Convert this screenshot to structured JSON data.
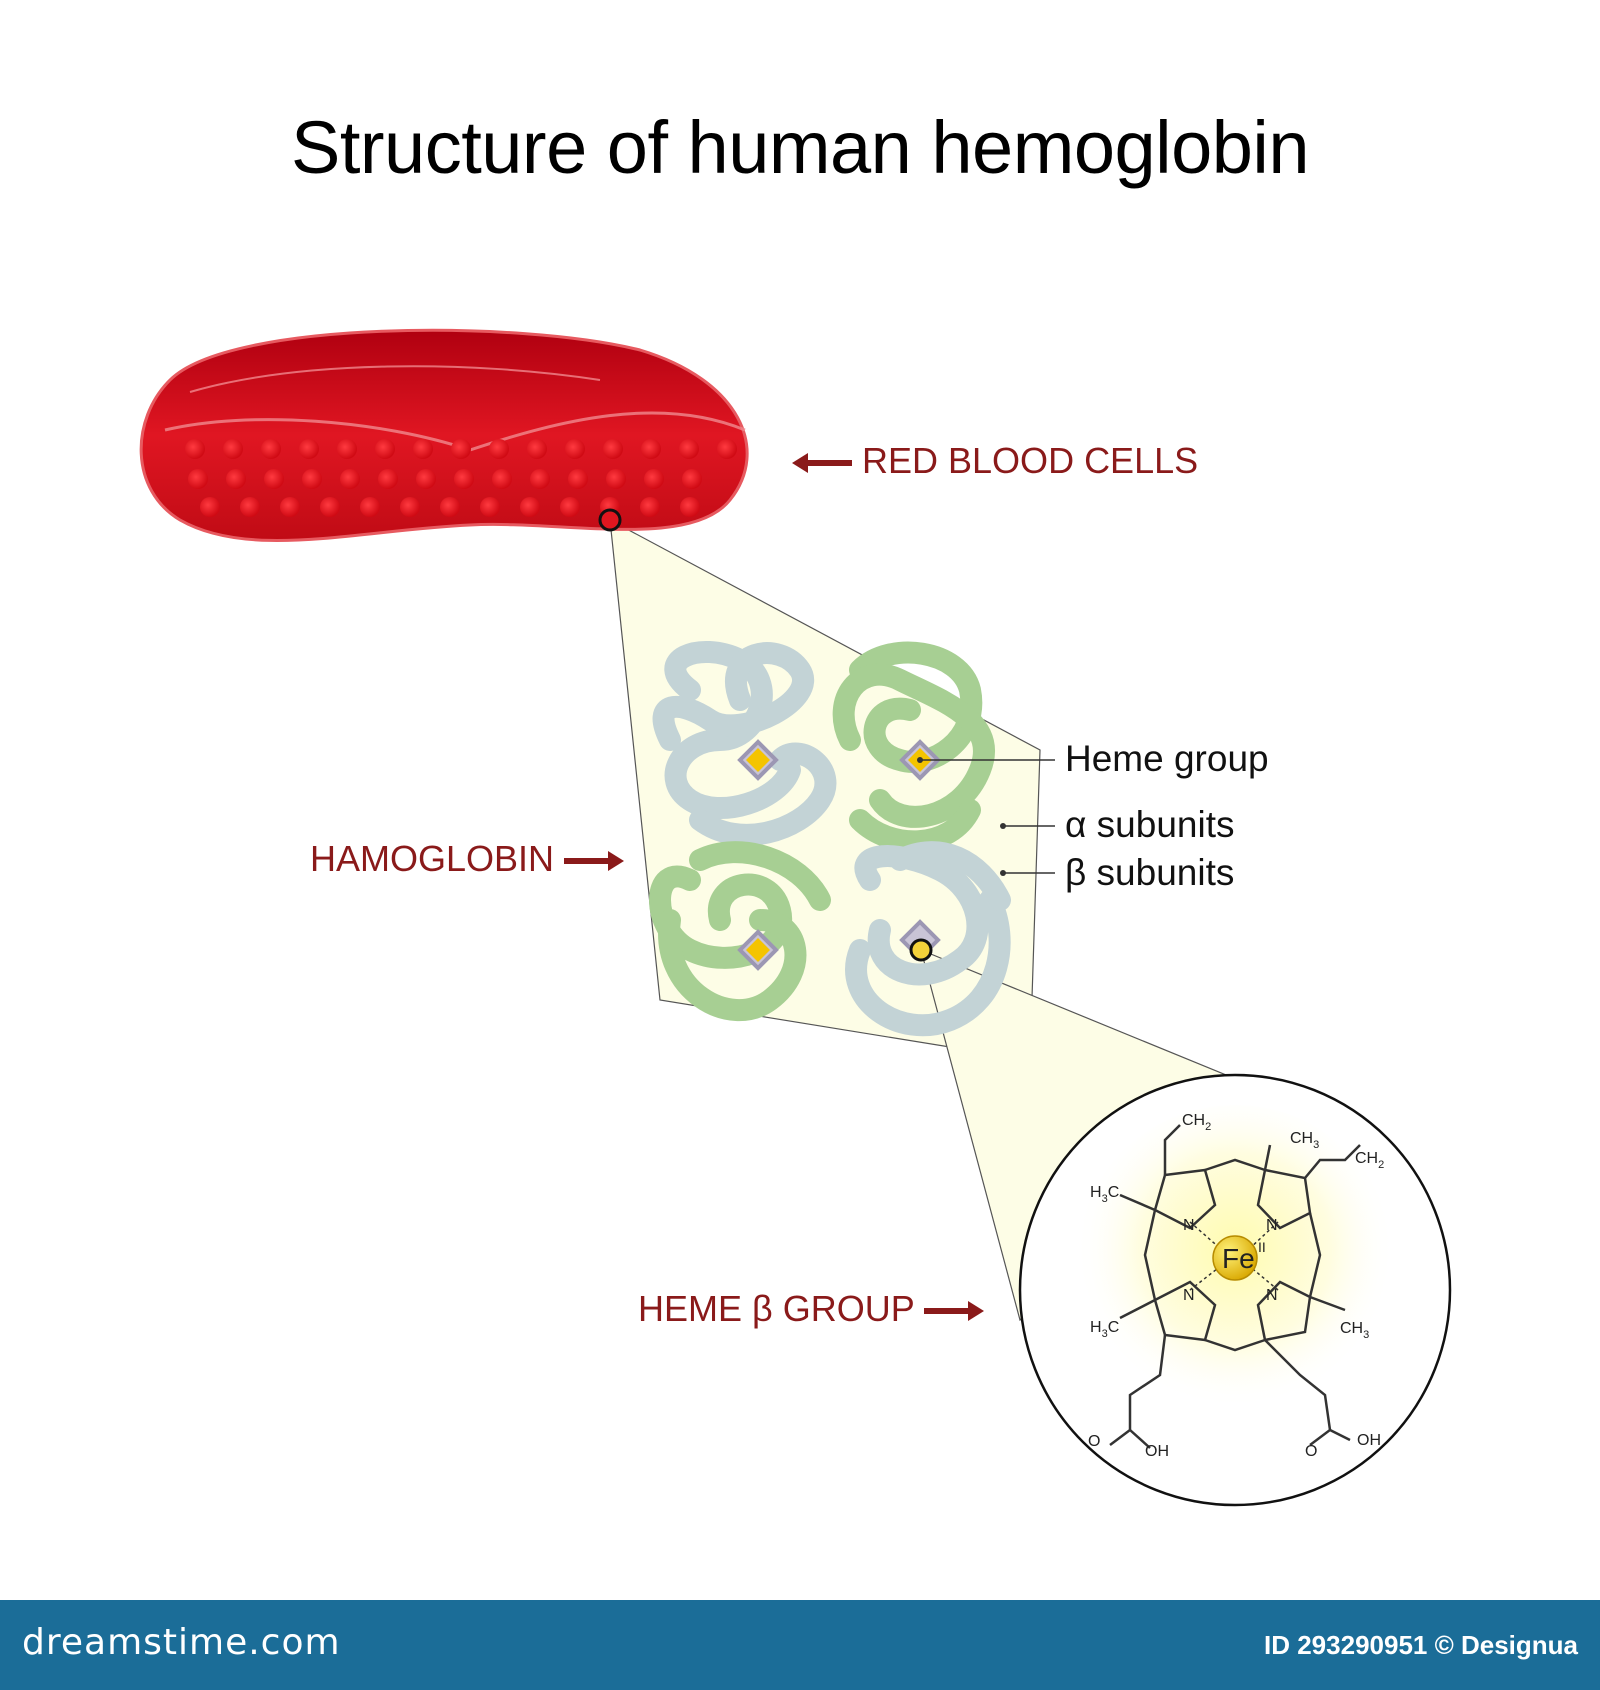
{
  "title": "Structure of human hemoglobin",
  "callouts": {
    "red_blood_cells": "RED BLOOD CELLS",
    "hemoglobin": "HAMOGLOBIN",
    "heme_group_arrow": "HEME β GROUP"
  },
  "labels": {
    "heme_group": "Heme group",
    "alpha_subunits": "α subunits",
    "beta_subunits": "β subunits"
  },
  "molecule": {
    "iron": "Fe",
    "iron_charge": "II",
    "groups": {
      "ch2_top": "CH",
      "ch2_top_sub": "2",
      "ch3_top": "CH",
      "ch3_top_sub": "3",
      "ch2_right": "CH",
      "ch2_right_sub": "2",
      "h3c_left": "H",
      "h3c_left_sub": "3",
      "h3c_left_tail": "C",
      "h3c_lower_left": "H",
      "h3c_lower_left_sub": "3",
      "h3c_lower_left_tail": "C",
      "ch3_lower_right": "CH",
      "ch3_lower_right_sub": "3",
      "n1": "N",
      "n2": "N",
      "n3": "N",
      "n4": "N",
      "o_left": "O",
      "oh_left": "OH",
      "o_right": "O",
      "oh_right": "OH"
    }
  },
  "footer": {
    "brand": "dreamstime.com",
    "id_text": "ID 293290951 © Designua"
  },
  "colors": {
    "callout_text": "#8a1a1a",
    "blood_cell": "#d8121b",
    "alpha_chain": "#9cc98a",
    "beta_chain": "#b9ccd0",
    "heme_core": "#f4c400",
    "footer_bg": "#1b6d98"
  }
}
